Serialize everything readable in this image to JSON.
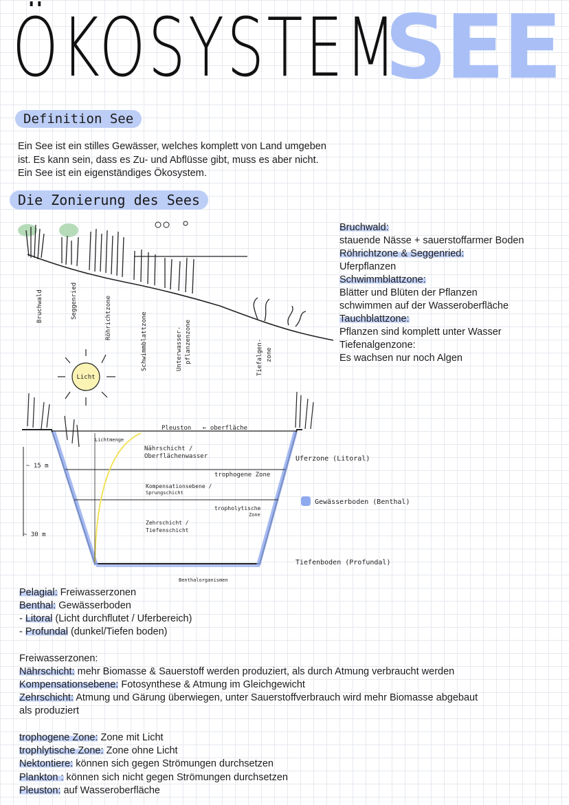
{
  "title": {
    "part1": "ÖKOSYSTEM",
    "part2": "SEE"
  },
  "definition": {
    "heading": "Definition See",
    "lines": [
      "Ein See ist ein stilles Gewässer, welches komplett von Land umgeben",
      "ist. Es kann sein, dass es Zu- und Abflüsse gibt, muss es aber nicht.",
      "Ein See ist ein eigenständiges Ökosystem."
    ]
  },
  "zonierung": {
    "heading": "Die Zonierung des Sees",
    "zone_labels": [
      "Bruchwald",
      "Seggenried",
      "Röhrichtzone",
      "Schwimmblattzone",
      "Unterwasser-",
      "pflanzenzone",
      "Tiefalgen-",
      "zone"
    ],
    "legend": [
      {
        "term": "Bruchwald:",
        "desc": "stauende Nässe + sauerstoffarmer Boden"
      },
      {
        "term": "Röhrichtzone & Seggenried:",
        "desc": "Uferpflanzen"
      },
      {
        "term": "Schwimmblattzone:",
        "desc": "Blätter und Blüten der Pflanzen"
      },
      {
        "term": "",
        "desc": "schwimmen auf der Wasseroberfläche"
      },
      {
        "term": "Tauchblattzone:",
        "desc": "Pflanzen sind komplett unter Wasser"
      },
      {
        "term": "Tiefenalgenzone:",
        "desc": "Es wachsen nur noch Algen"
      }
    ]
  },
  "lake_diagram": {
    "sun_label": "Licht",
    "labels": {
      "pleuston": "Pleuston",
      "oberflaeche": "← oberfläche",
      "lichtmenge": "Lichtmenge",
      "naehrschicht": "Nährschicht /",
      "oberflaechenwasser": "Oberflächenwasser",
      "trophogene": "trophogene Zone",
      "kompensation": "Kompensationsebene /",
      "sprungschicht": "Sprungschicht",
      "tropholytische": "tropholytische",
      "zone": "Zone",
      "zehrschicht": "Zehrschicht /",
      "tiefenschicht": "Tiefenschicht",
      "depth1": "~ 15 m",
      "depth2": "~ 30 m",
      "uferzone": "Uferzone (Litoral)",
      "benthal_legend": "Gewässerboden (Benthal)",
      "tiefenboden": "Tiefenboden (Profundal)",
      "benthal_org": "Benthalorganismen"
    }
  },
  "notes1": [
    {
      "term": "Pelagial:",
      "desc": " Freiwasserzonen"
    },
    {
      "term": "Benthal:",
      "desc": " Gewässerboden"
    },
    {
      "prefix": "- ",
      "term": "Litoral",
      "desc": " (Licht durchflutet / Uferbereich)"
    },
    {
      "prefix": "- ",
      "term": "Profundal",
      "desc": " (dunkel/Tiefen boden)"
    }
  ],
  "notes2": {
    "intro": "Freiwasserzonen:",
    "items": [
      {
        "term": "Nährschicht:",
        "desc": " mehr Biomasse & Sauerstoff werden produziert, als durch Atmung verbraucht werden"
      },
      {
        "term": "Kompensationsebene:",
        "desc": " Fotosynthese & Atmung im Gleichgewicht"
      },
      {
        "term": "Zehrschicht:",
        "desc": " Atmung und Gärung überwiegen, unter Sauerstoffverbrauch wird mehr Biomasse abgebaut"
      },
      {
        "term": "",
        "desc": "als produziert"
      }
    ]
  },
  "notes3": [
    {
      "term": "trophogene Zone:",
      "desc": " Zone mit Licht"
    },
    {
      "term": "trophlytische Zone:",
      "desc": " Zone ohne Licht"
    },
    {
      "term": "Nektontiere:",
      "desc": " können sich gegen Strömungen durchsetzen"
    },
    {
      "term": "Plankton :",
      "desc": " können sich nicht gegen Strömungen durchsetzen"
    },
    {
      "term": "Pleuston:",
      "desc": " auf Wasseroberfläche"
    }
  ],
  "colors": {
    "accent": "#a9bff6",
    "highlight": "#c3d2f7",
    "sun": "#fbf3b4",
    "water": "#8fa9ee"
  }
}
